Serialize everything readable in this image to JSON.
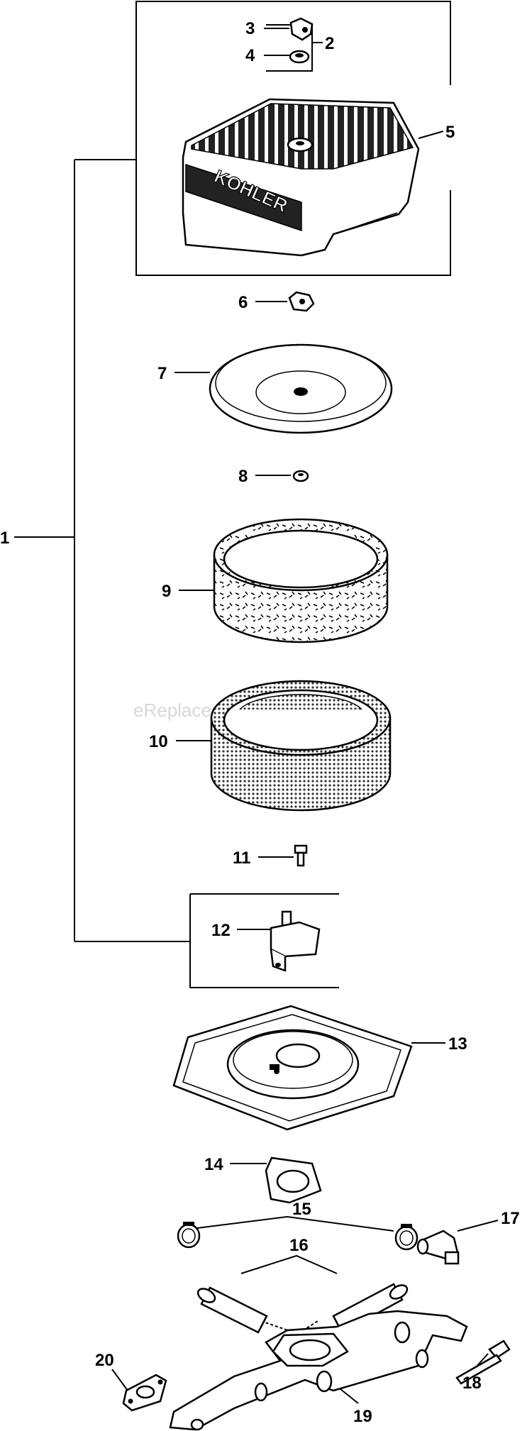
{
  "diagram": {
    "watermark": "eReplacementParts.com",
    "logo_text": "KOHLER",
    "callouts": [
      "1",
      "2",
      "3",
      "4",
      "5",
      "6",
      "7",
      "8",
      "9",
      "10",
      "11",
      "12",
      "13",
      "14",
      "15",
      "16",
      "17",
      "18",
      "19",
      "20"
    ]
  }
}
